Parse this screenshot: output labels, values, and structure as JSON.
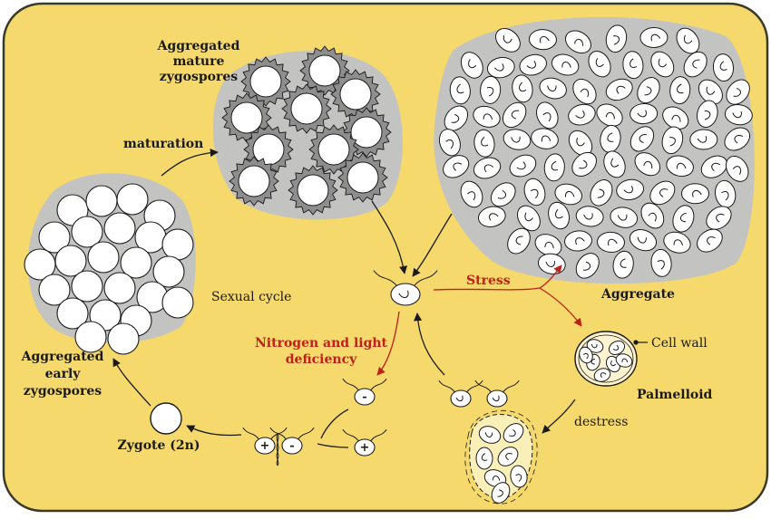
{
  "colors": {
    "background": "#f5d96c",
    "border": "#3a3a2a",
    "halo": "#c3c3c1",
    "spiky": "#8e8e8e",
    "cell_fill": "#ffffff",
    "ink": "#1a1a1a",
    "red": "#c0201c"
  },
  "labels": {
    "mature_zygospores": [
      "Aggregated",
      "mature",
      "zygospores"
    ],
    "maturation": "maturation",
    "sexual_cycle": "Sexual cycle",
    "stress": "Stress",
    "aggregate": "Aggregate",
    "cell_wall": "Cell wall",
    "palmelloid": "Palmelloid",
    "destress": "destress",
    "nitrogen": [
      "Nitrogen and light",
      "deficiency"
    ],
    "early_zygospores": [
      "Aggregated",
      "early",
      "zygospores"
    ],
    "zygote": "Zygote (2n)",
    "minus_sign": "-",
    "plus_sign": "+"
  },
  "icons": {
    "flagellate": "biflagellate-cell-icon",
    "zygote": "zygote-circle-icon"
  }
}
